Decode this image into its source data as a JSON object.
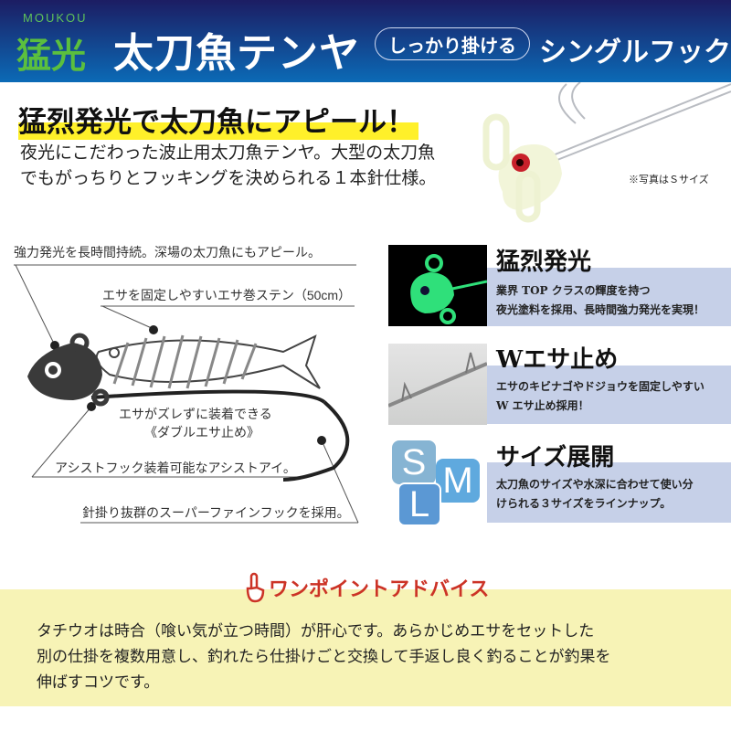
{
  "header": {
    "brand_small": "MOUKOU",
    "brand": "猛光",
    "title": "太刀魚テンヤ",
    "pill": "しっかり掛ける",
    "subtitle": "シングルフック"
  },
  "intro": {
    "headline": "猛烈発光で太刀魚にアピール！",
    "body": [
      "夜光にこだわった波止用太刀魚テンヤ。大型の太刀魚",
      "でもがっちりとフッキングを決められる１本針仕様。"
    ],
    "note": "※写真はＳサイズ"
  },
  "diagram": {
    "annotations": [
      "強力発光を長時間持続。深場の太刀魚にもアピール。",
      "エサを固定しやすいエサ巻ステン（50cm）",
      "エサがズレずに装着できる",
      "《ダブルエサ止め》",
      "アシストフック装着可能なアシストアイ。",
      "針掛り抜群のスーパーファインフックを採用。"
    ]
  },
  "features": [
    {
      "title": "猛烈発光",
      "desc": [
        "業界 TOP クラスの輝度を持つ",
        "夜光塗料を採用、長時間強力発光を実現！"
      ]
    },
    {
      "title": "Wエサ止め",
      "desc": [
        "エサのキビナゴやドジョウを固定しやすい",
        "W エサ止め採用！"
      ]
    },
    {
      "title": "サイズ展開",
      "desc": [
        "太刀魚のサイズや水深に合わせて使い分",
        "けられる３サイズをラインナップ。"
      ],
      "sizes": [
        "S",
        "M",
        "L"
      ]
    }
  ],
  "advice": {
    "title": "ワンポイントアドバイス",
    "lines": [
      "タチウオは時合（喰い気が立つ時間）が肝心です。あらかじめエサをセットした",
      "別の仕掛を複数用意し、釣れたら仕掛けごと交換して手返し良く釣ることが釣果を",
      "伸ばすコツです。"
    ]
  },
  "colors": {
    "header_top": "#1c1d63",
    "header_bottom": "#0b6ab6",
    "brand_green": "#5bbf3e",
    "highlight": "#fff02a",
    "panel": "#c6d0e8",
    "advice_bg": "#f7f3b6",
    "advice_red": "#cc3326"
  }
}
